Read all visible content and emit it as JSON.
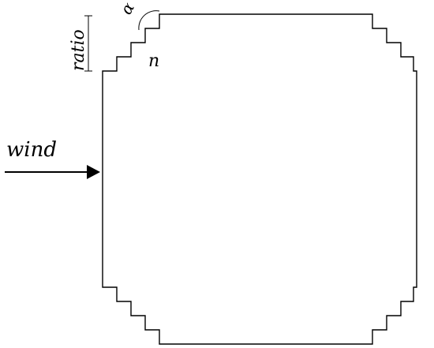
{
  "labels": {
    "wind": "wind",
    "ratio": "ratio",
    "n": "n",
    "alpha": "α"
  },
  "colors": {
    "stroke": "#000000",
    "background": "#ffffff"
  }
}
